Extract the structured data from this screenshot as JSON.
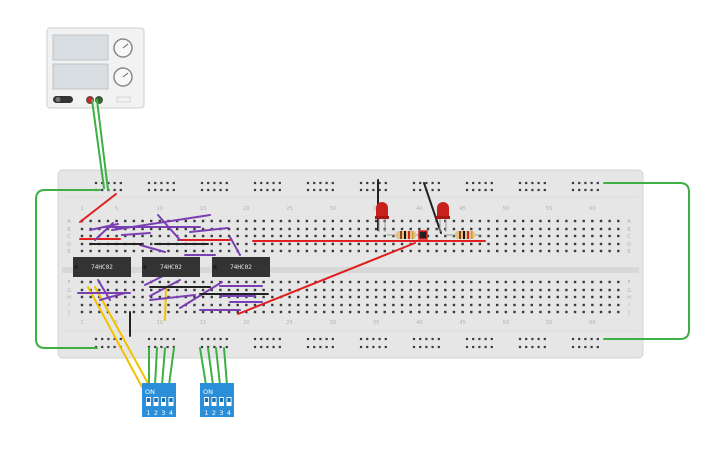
{
  "chips": [
    {
      "label": "74HC02",
      "name": "chip-1"
    },
    {
      "label": "74HC02",
      "name": "chip-2"
    },
    {
      "label": "74HC02",
      "name": "chip-3"
    }
  ],
  "column_numbers": [
    "5",
    "10",
    "15",
    "20",
    "25",
    "30",
    "35",
    "40",
    "45",
    "50",
    "55",
    "60"
  ],
  "row_letters_top": [
    "A",
    "B",
    "C",
    "D",
    "E"
  ],
  "row_letters_bottom": [
    "F",
    "G",
    "H",
    "I",
    "J"
  ],
  "dip_switches": [
    {
      "on_label": "ON",
      "numbers": [
        "1",
        "2",
        "3",
        "4"
      ]
    },
    {
      "on_label": "ON",
      "numbers": [
        "1",
        "2",
        "3",
        "4"
      ]
    }
  ],
  "colors": {
    "breadboard": "#e6e6e6",
    "wire_red": "#e02020",
    "wire_purple": "#7b3fb5",
    "wire_green": "#3cb043",
    "wire_yellow": "#f2c200",
    "wire_black": "#222222",
    "led": "#c8201a",
    "dip": "#2a8fd8",
    "chip": "#333333"
  }
}
